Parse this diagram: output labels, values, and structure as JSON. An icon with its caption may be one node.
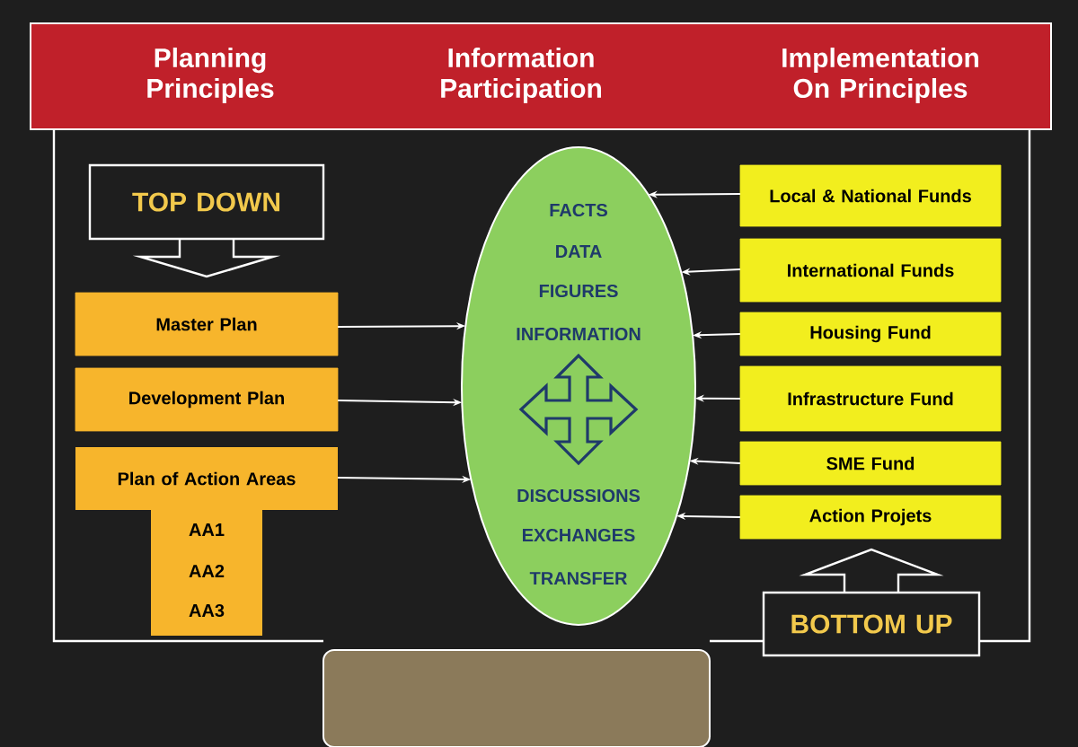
{
  "diagram": {
    "nodes": [
      {
        "text": [
          "Planning Principles",
          "Information Participation",
          "Implementation On Principles"
        ]
      },
      {
        "text": [
          "TOP DOWN"
        ]
      },
      {
        "text": [
          "Master Plan"
        ]
      },
      {
        "text": [
          "Development Plan"
        ]
      },
      {
        "text": [
          "Plan of Action Areas",
          "AA1",
          "AA2",
          "AA3"
        ]
      },
      {
        "text": [
          "FACTS",
          "DATA",
          "FIGURES",
          "INFORMATION",
          "DISCUSSIONS",
          "EXCHANGES",
          "TRANSFER"
        ]
      },
      {
        "text": [
          "Local & National Funds"
        ]
      },
      {
        "text": [
          "International Funds"
        ]
      },
      {
        "text": [
          "Housing Fund"
        ]
      },
      {
        "text": [
          "Infrastructure Fund"
        ]
      },
      {
        "text": [
          "SME Fund"
        ]
      },
      {
        "text": [
          "Action Projets"
        ]
      },
      {
        "text": [
          "BOTTOM UP"
        ]
      },
      {
        "text": [],
        "shape": "box"
      }
    ],
    "edges": [
      {
        "from": 2,
        "to": 5,
        "arrow": "to"
      },
      {
        "from": 3,
        "to": 5,
        "arrow": "to"
      },
      {
        "from": 4,
        "to": 5,
        "arrow": "to"
      },
      {
        "from": 6,
        "to": 5,
        "arrow": "to"
      },
      {
        "from": 7,
        "to": 5,
        "arrow": "to"
      },
      {
        "from": 8,
        "to": 5,
        "arrow": "to"
      },
      {
        "from": 9,
        "to": 5,
        "arrow": "to"
      },
      {
        "from": 10,
        "to": 5,
        "arrow": "to"
      },
      {
        "from": 11,
        "to": 5,
        "arrow": "to"
      }
    ]
  }
}
